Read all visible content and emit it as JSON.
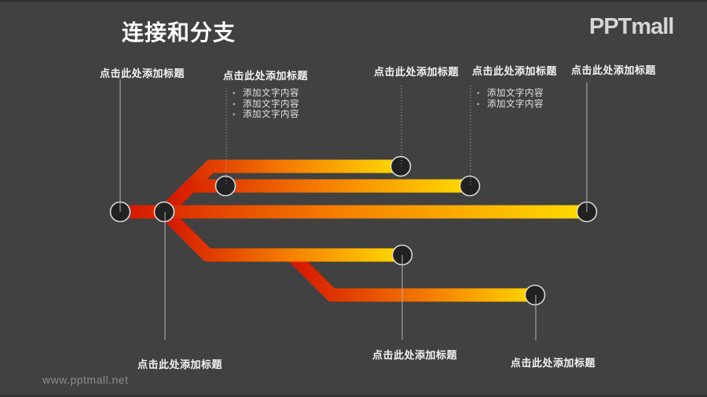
{
  "title": "连接和分支",
  "brand": {
    "logo": "PPTmall",
    "watermark": "www.pptmall.net"
  },
  "labels": {
    "top": [
      "点击此处添加标题",
      "点击此处添加标题",
      "点击此处添加标题",
      "点击此处添加标题",
      "点击此处添加标题"
    ],
    "bottom": [
      "点击此处添加标题",
      "点击此处添加标题",
      "点击此处添加标题"
    ]
  },
  "bullets": {
    "marker": "•",
    "lists": [
      {
        "items": [
          "添加文字内容",
          "添加文字内容",
          "添加文字内容"
        ]
      },
      {
        "items": [
          "添加文字内容",
          "添加文字内容"
        ]
      }
    ]
  },
  "colors": {
    "background": "#414141",
    "gradient_red": "#d41500",
    "gradient_orange": "#f57c00",
    "gradient_yellow": "#ffdf00",
    "node_fill": "#212121",
    "node_border": "#d8d8d8",
    "connector_line": "#b5b5b5"
  }
}
